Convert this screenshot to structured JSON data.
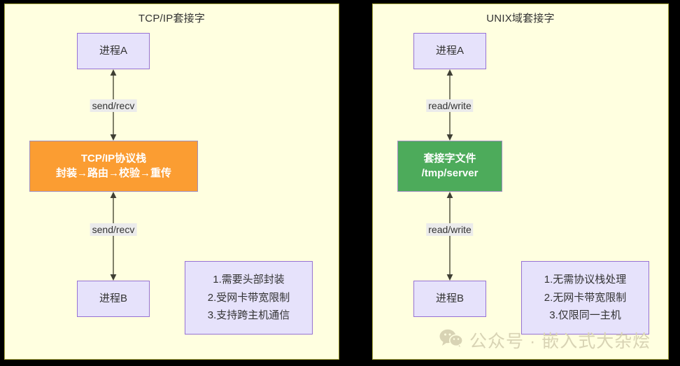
{
  "diagram": {
    "panels": [
      {
        "id": "tcpip",
        "title": "TCP/IP套接字",
        "nodes": {
          "process_a": "进程A",
          "stack_line1": "TCP/IP协议栈",
          "stack_line2": "封装→路由→校验→重传",
          "process_b": "进程B"
        },
        "edges": {
          "top_label": "send/recv",
          "bottom_label": "send/recv"
        },
        "note": {
          "lines": [
            "1.需要头部封装",
            "2.受网卡带宽限制",
            "3.支持跨主机通信"
          ]
        }
      },
      {
        "id": "unix",
        "title": "UNIX域套接字",
        "nodes": {
          "process_a": "进程A",
          "stack_line1": "套接字文件",
          "stack_line2": "/tmp/server",
          "process_b": "进程B"
        },
        "edges": {
          "top_label": "read/write",
          "bottom_label": "read/write"
        },
        "note": {
          "lines": [
            "1.无需协议栈处理",
            "2.无网卡带宽限制",
            "3.仅限同一主机"
          ]
        }
      }
    ]
  },
  "watermark": {
    "icon": "wechat-logo-icon",
    "text": "公众号 · 嵌入式大杂烩"
  },
  "colors": {
    "background": "#000000",
    "panel_fill": "#ffffe0",
    "panel_border": "#aaa93c",
    "process_fill": "#e6e2fb",
    "process_border": "#9672d4",
    "orange_fill": "#fb9d32",
    "green_fill": "#4dab5b",
    "arrow_stroke": "#5f5f4a",
    "label_fill": "#ebebeb",
    "text": "#333333",
    "watermark": "#d8d3b4"
  }
}
